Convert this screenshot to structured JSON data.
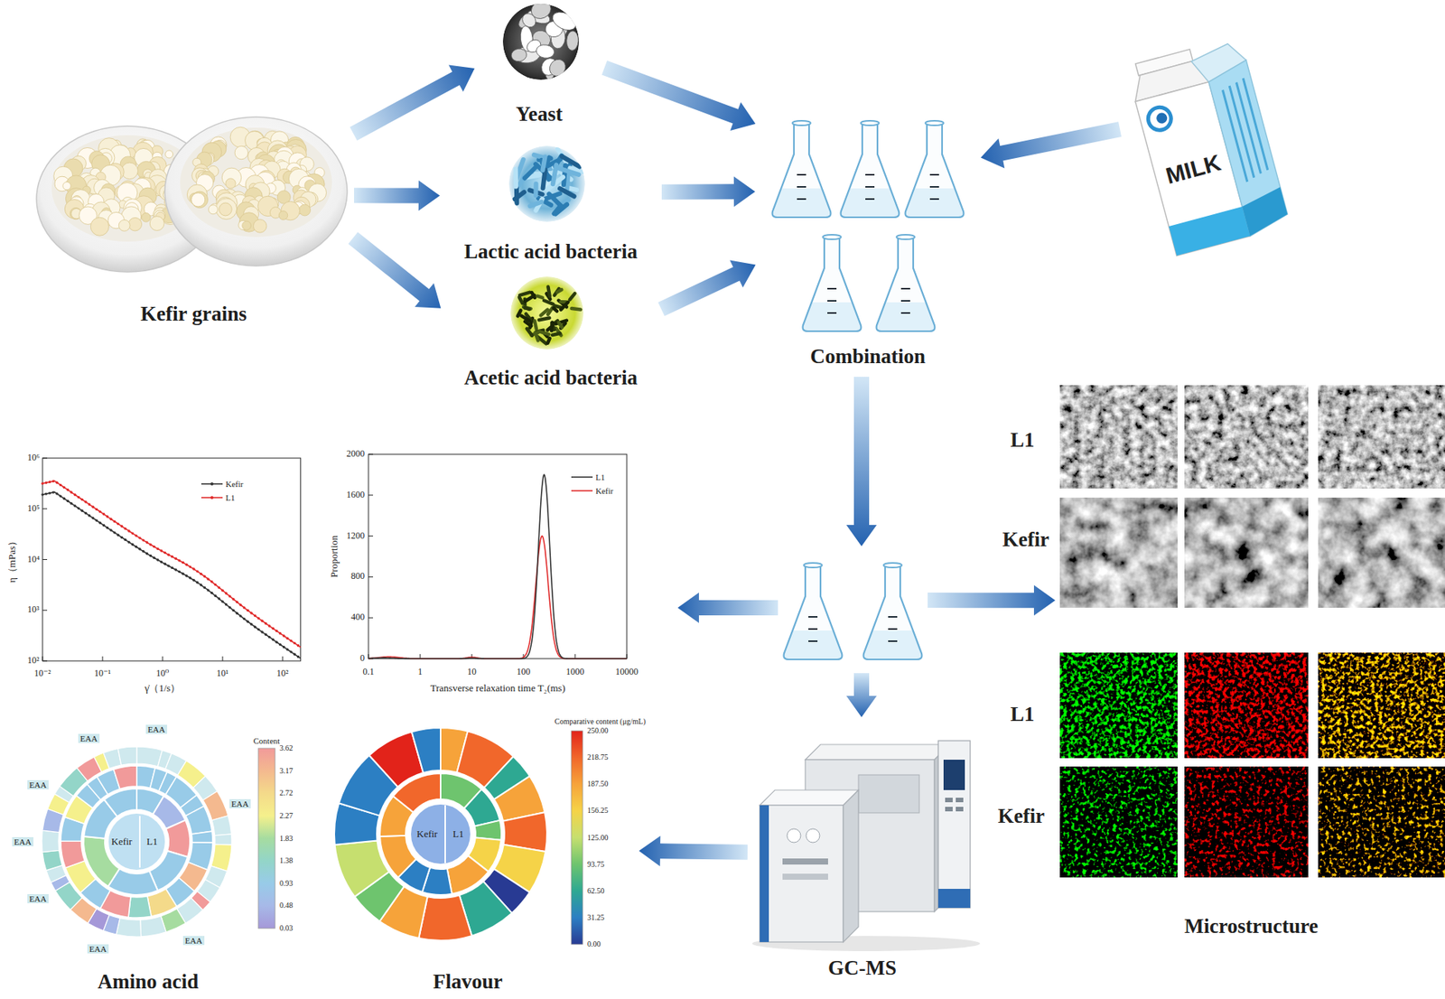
{
  "diagram": {
    "nodes": [
      {
        "text": [
          "Kefir grains"
        ]
      },
      {
        "text": [
          "Yeast"
        ]
      },
      {
        "text": [
          "Lactic acid bacteria"
        ]
      },
      {
        "text": [
          "Acetic acid bacteria"
        ]
      },
      {
        "text": [
          "Combination"
        ]
      },
      {
        "text": [
          "MILK"
        ]
      },
      {
        "text": []
      },
      {
        "text": [
          "Microstructure"
        ]
      },
      {
        "text": [
          "GC-MS"
        ]
      },
      {
        "text": [
          "Amino acid"
        ]
      },
      {
        "text": [
          "Flavour"
        ]
      }
    ],
    "edges": [
      {
        "from": 0,
        "to": 1,
        "arrow": "to"
      },
      {
        "from": 0,
        "to": 2,
        "arrow": "to"
      },
      {
        "from": 0,
        "to": 3,
        "arrow": "to"
      },
      {
        "from": 1,
        "to": 4,
        "arrow": "to"
      },
      {
        "from": 2,
        "to": 4,
        "arrow": "to"
      },
      {
        "from": 3,
        "to": 4,
        "arrow": "to"
      },
      {
        "from": 5,
        "to": 4,
        "arrow": "to"
      },
      {
        "from": 4,
        "to": 6,
        "arrow": "to"
      },
      {
        "from": 6,
        "to": 7,
        "arrow": "to"
      },
      {
        "from": 6,
        "to": 8,
        "arrow": "to"
      },
      {
        "from": 8,
        "to": 10,
        "arrow": "to"
      }
    ],
    "labels": [
      "10⁶",
      "10⁵",
      "10⁴",
      "10³",
      "10²",
      "η（mPas）",
      "10⁻²",
      "10⁻¹",
      "10⁰",
      "10¹",
      "10²",
      "γ̇（1/s）",
      "2000",
      "1600",
      "1200",
      "800",
      "400",
      "0",
      "Proportion",
      "0.1",
      "1",
      "10",
      "100",
      "1000",
      "10000",
      "Transverse relaxation time T₂(ms)",
      "L1",
      "Kefir",
      "L1",
      "Kefir",
      "Kefir",
      "L1",
      "Content",
      "3.62",
      "3.17",
      "2.72",
      "2.27",
      "1.83",
      "1.38",
      "0.93",
      "0.48",
      "0.03",
      "EAA",
      "EAA",
      "EAA",
      "EAA",
      "EAA",
      "EAA",
      "EAA",
      "EAA",
      "Kefir",
      "L1",
      "Comparative content (μg/mL)",
      "250.00",
      "218.75",
      "187.50",
      "156.25",
      "125.00",
      "93.75",
      "62.50",
      "31.25",
      "0.00"
    ],
    "legend": [
      {
        "text": "Kefir"
      },
      {
        "text": "L1"
      },
      {
        "text": "L1"
      },
      {
        "text": "Kefir"
      }
    ]
  }
}
